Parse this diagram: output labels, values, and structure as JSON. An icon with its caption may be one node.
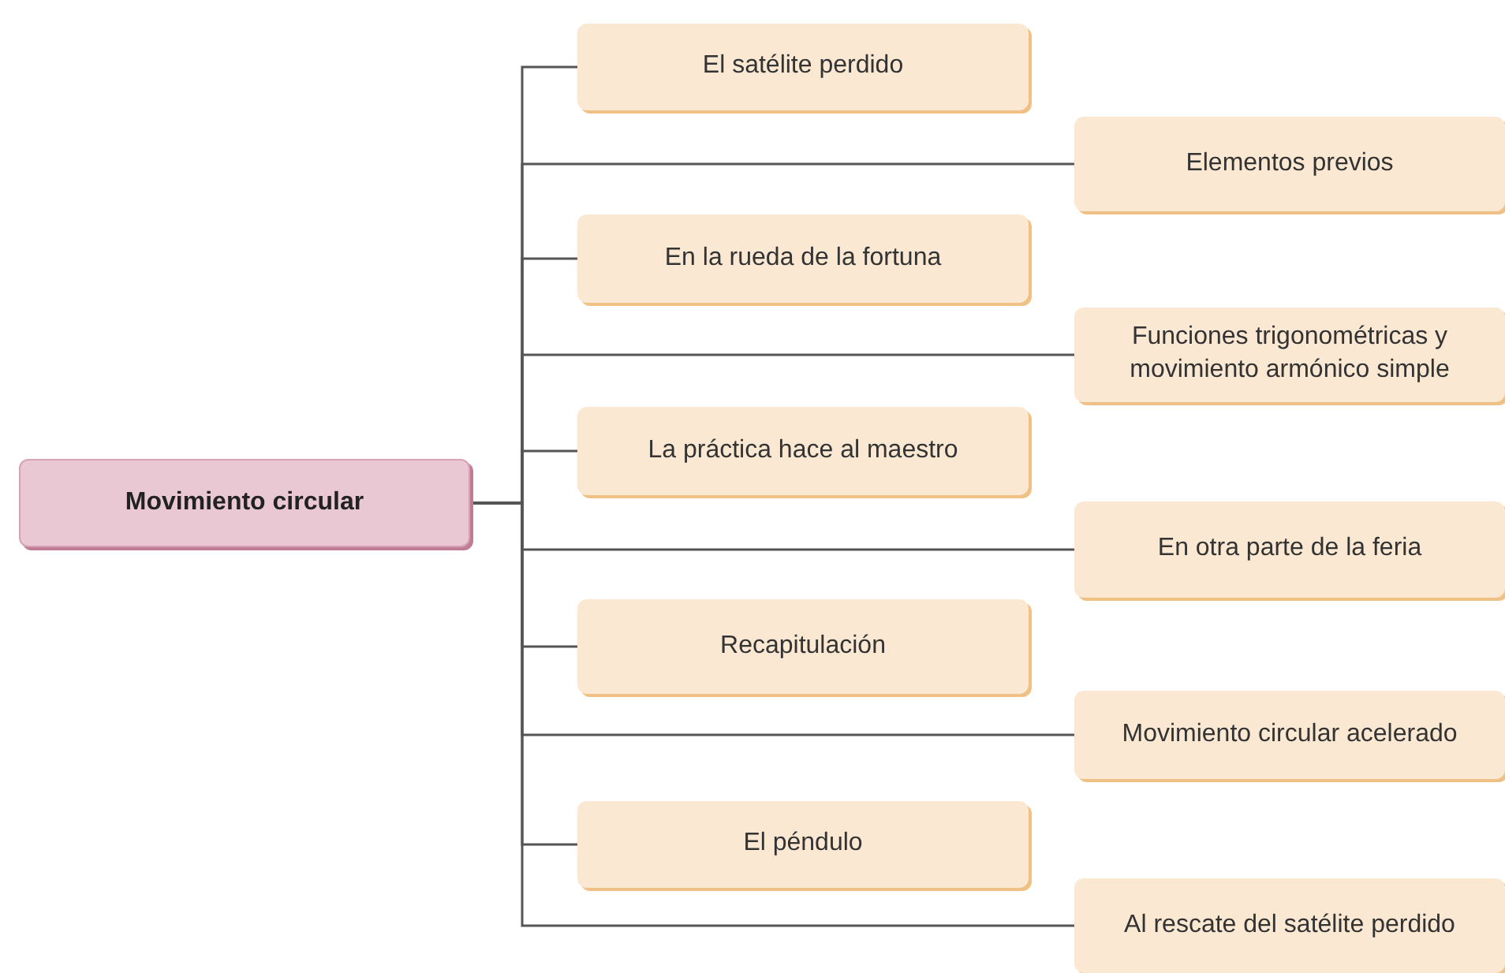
{
  "diagram": {
    "nodes": [
      {
        "text": [
          "Movimiento circular"
        ]
      },
      {
        "text": [
          "El satélite perdido"
        ]
      },
      {
        "text": [
          "Elementos previos"
        ]
      },
      {
        "text": [
          "En la rueda de la fortuna"
        ]
      },
      {
        "text": [
          "Funciones trigonométricas y movimiento armónico simple"
        ]
      },
      {
        "text": [
          "La práctica hace al maestro"
        ]
      },
      {
        "text": [
          "En otra parte de la feria"
        ]
      },
      {
        "text": [
          "Recapitulación"
        ]
      },
      {
        "text": [
          "Movimiento circular acelerado"
        ]
      },
      {
        "text": [
          "El péndulo"
        ]
      },
      {
        "text": [
          "Al rescate del satélite perdido"
        ]
      }
    ],
    "edges": [
      {
        "from": 0,
        "to": 1,
        "arrow": "none"
      },
      {
        "from": 0,
        "to": 2,
        "arrow": "none"
      },
      {
        "from": 0,
        "to": 3,
        "arrow": "none"
      },
      {
        "from": 0,
        "to": 4,
        "arrow": "none"
      },
      {
        "from": 0,
        "to": 5,
        "arrow": "none"
      },
      {
        "from": 0,
        "to": 6,
        "arrow": "none"
      },
      {
        "from": 0,
        "to": 7,
        "arrow": "none"
      },
      {
        "from": 0,
        "to": 8,
        "arrow": "none"
      },
      {
        "from": 0,
        "to": 9,
        "arrow": "none"
      },
      {
        "from": 0,
        "to": 10,
        "arrow": "none"
      }
    ]
  }
}
